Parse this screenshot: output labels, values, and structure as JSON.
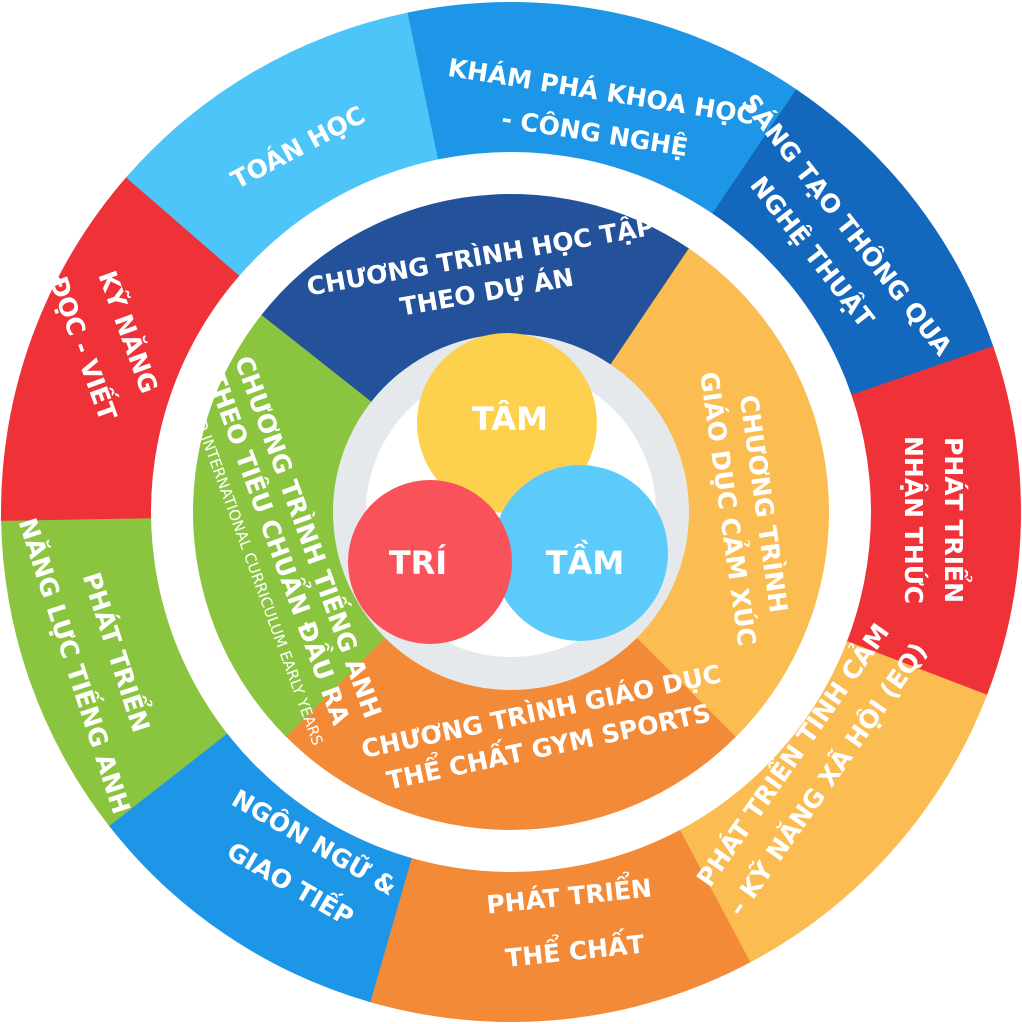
{
  "outer_ring": [
    {
      "lines": [
        "KHÁM PHÁ KHOA HỌC",
        "- CÔNG NGHỆ"
      ],
      "color": "#1e96e8"
    },
    {
      "lines": [
        "SÁNG TẠO THÔNG QUA",
        "NGHỆ THUẬT"
      ],
      "color": "#1368bd"
    },
    {
      "lines": [
        "PHÁT TRIỂN",
        "NHẬN THỨC"
      ],
      "color": "#ee3237"
    },
    {
      "lines": [
        "PHÁT TRIỂN TÌNH CẢM",
        "– KỸ NĂNG XÃ HỘI (EQ)"
      ],
      "color": "#fbbd52"
    },
    {
      "lines": [
        "PHÁT TRIỂN",
        "THỂ CHẤT"
      ],
      "color": "#f28a38"
    },
    {
      "lines": [
        "NGÔN NGỮ &",
        "GIAO TIẾP"
      ],
      "color": "#1e96e8"
    },
    {
      "lines": [
        "PHÁT TRIỂN",
        "NĂNG LỰC TIẾNG ANH"
      ],
      "color": "#8bc540"
    },
    {
      "lines": [
        "KỸ NĂNG",
        "ĐỌC - VIẾT"
      ],
      "color": "#ee3237"
    },
    {
      "lines": [
        "TOÁN HỌC"
      ],
      "color": "#4ec5f8"
    }
  ],
  "middle_ring": [
    {
      "lines": [
        "CHƯƠNG TRÌNH HỌC TẬP",
        "THEO DỰ ÁN"
      ],
      "color": "#23529b"
    },
    {
      "lines": [
        "CHƯƠNG TRÌNH",
        "GIÁO DỤC CẢM XÚC"
      ],
      "color": "#fbbd52"
    },
    {
      "lines": [
        "CHƯƠNG TRÌNH GIÁO DỤC",
        "THỂ CHẤT GYM SPORTS"
      ],
      "color": "#f28a38"
    },
    {
      "lines": [
        "CHƯƠNG TRÌNH TIẾNG ANH",
        "THEO TIÊU CHUẨN ĐẦU RA"
      ],
      "sub": "OXFORD INTERNATIONAL CURRICULUM EARLY YEARS",
      "color": "#8bc540"
    }
  ],
  "core": [
    {
      "label": "TÂM",
      "color": "#fdd04e"
    },
    {
      "label": "TRÍ",
      "color": "#f9525a"
    },
    {
      "label": "TẦM",
      "color": "#5ccbfa"
    }
  ],
  "colors": {
    "hub": "#e6e9ec",
    "background": "#ffffff"
  }
}
